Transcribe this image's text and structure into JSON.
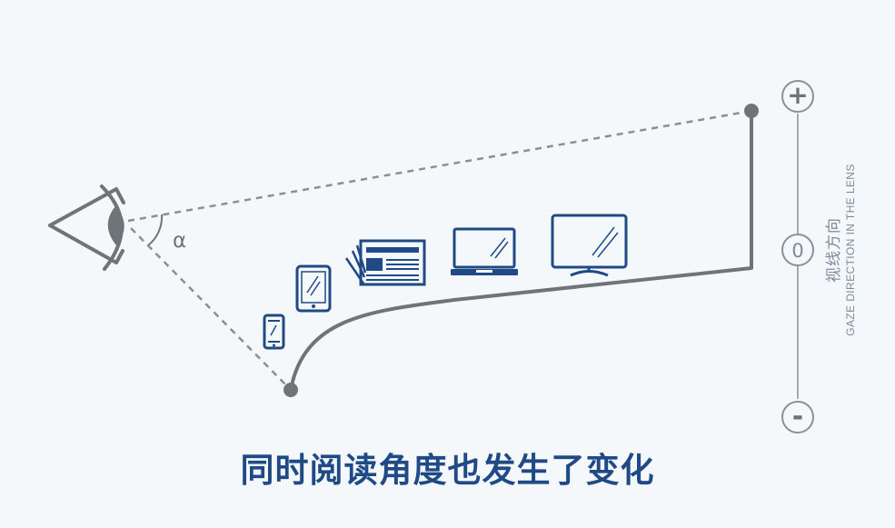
{
  "diagram": {
    "angle_symbol": "α",
    "scale": {
      "plus_symbol": "+",
      "zero_symbol": "0",
      "minus_symbol": "-",
      "label_cn": "视线方向",
      "label_en": "GAZE DIRECTION IN THE LENS"
    },
    "caption": "同时阅读角度也发生了变化",
    "devices": [
      "smartphone-icon",
      "tablet-icon",
      "newspaper-icon",
      "laptop-icon",
      "monitor-icon"
    ],
    "colors": {
      "background": "#f5f8fb",
      "line_gray": "#6f7479",
      "dash_gray": "#8a8f95",
      "accent_blue": "#1f4a86",
      "scale_gray": "#8a9097"
    }
  }
}
